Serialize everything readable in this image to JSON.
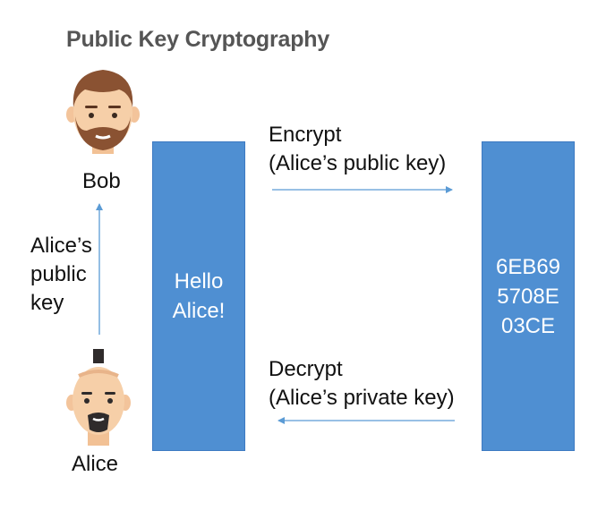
{
  "title": "Public Key Cryptography",
  "people": {
    "bob": {
      "name": "Bob"
    },
    "alice": {
      "name": "Alice"
    }
  },
  "share_label": [
    "Alice’s",
    "public",
    "key"
  ],
  "plaintext": [
    "Hello",
    "Alice!"
  ],
  "ciphertext": [
    "6EB69",
    "5708E",
    "03CE"
  ],
  "encrypt": {
    "line1": "Encrypt",
    "line2": "(Alice’s public key)"
  },
  "decrypt": {
    "line1": "Decrypt",
    "line2": "(Alice’s private key)"
  },
  "colors": {
    "block": "#4f8fd2",
    "arrow": "#5b9bd5",
    "skin": "#f6cfa8",
    "hair_brown": "#8a5232",
    "beard_dark": "#2f2b2b"
  }
}
